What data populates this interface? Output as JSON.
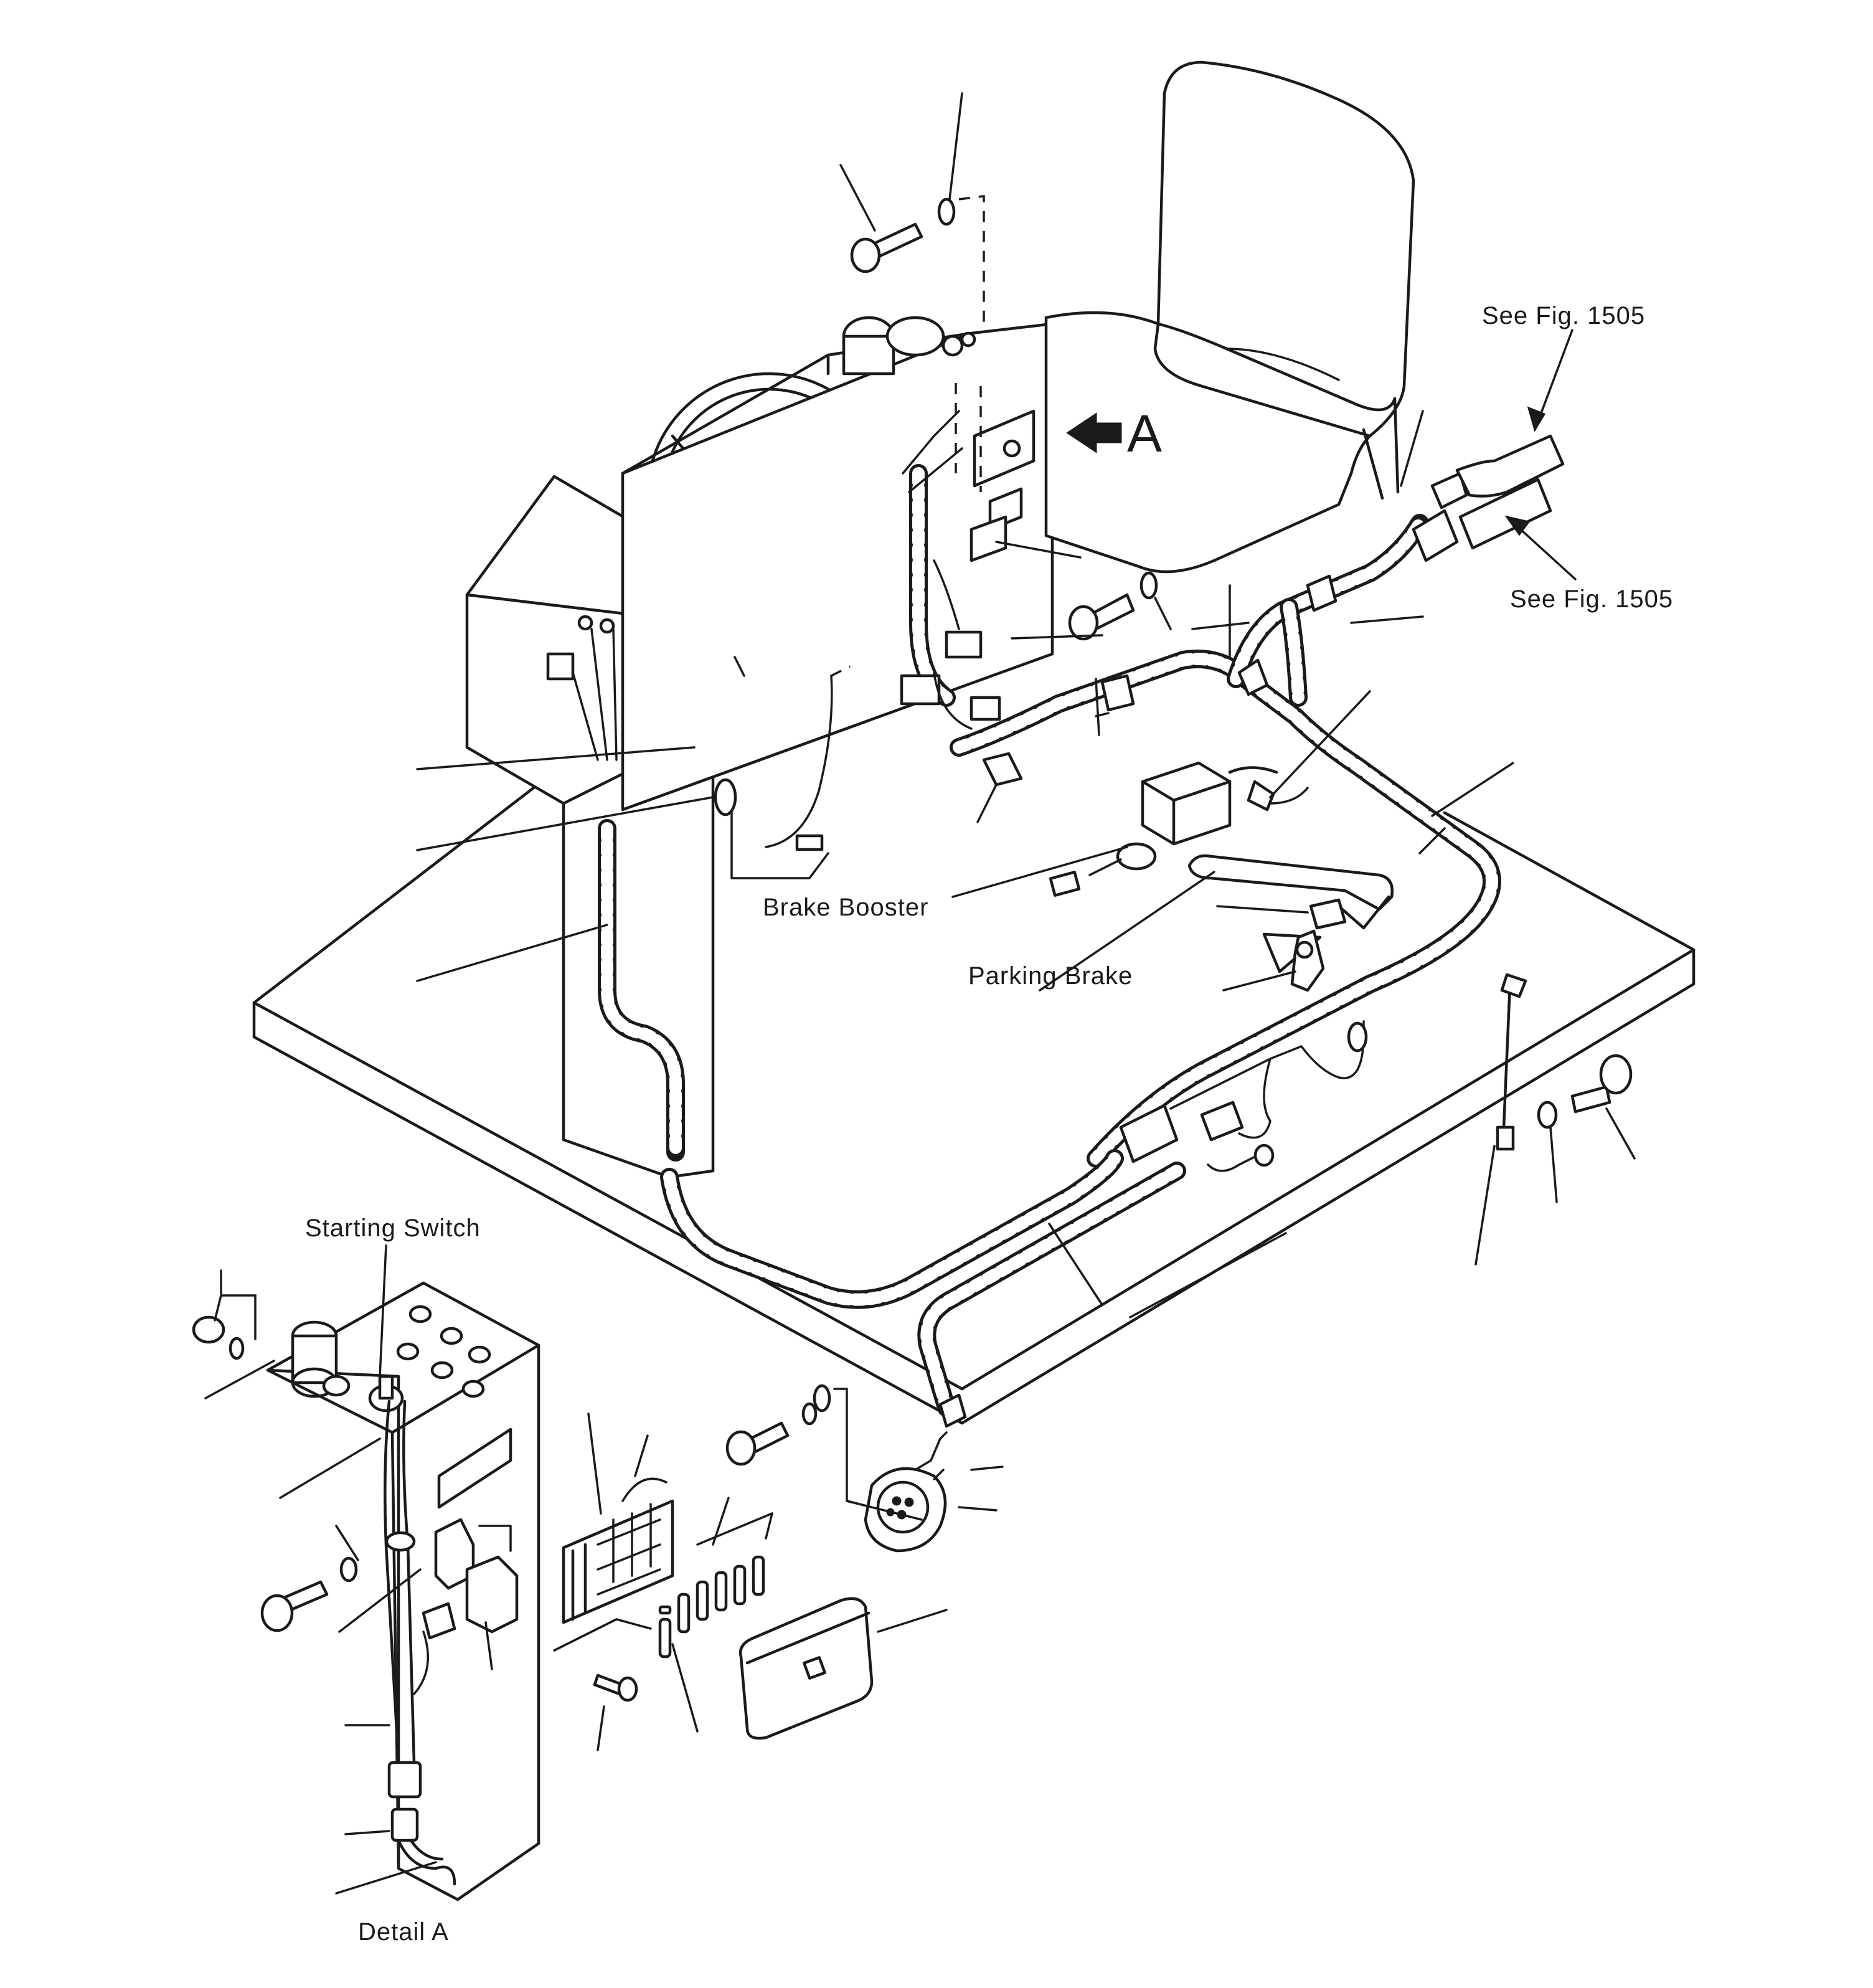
{
  "labels": {
    "see_fig_upper": "See Fig. 1505",
    "see_fig_lower": "See Fig. 1505",
    "view_arrow": "A",
    "brake_booster": "Brake Booster",
    "parking_brake": "Parking Brake",
    "starting_switch": "Starting  Switch",
    "detail_a": "Detail  A"
  }
}
